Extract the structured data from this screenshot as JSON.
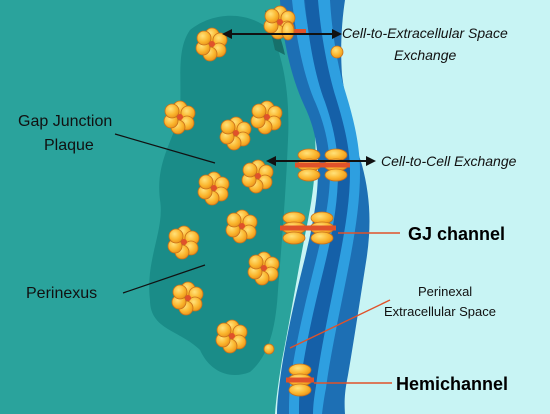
{
  "colors": {
    "cell_teal": "#2aa39c",
    "plaque_dark": "#1a8c88",
    "extracellular": "#c8f4f4",
    "membrane_outer": "#1d6fb4",
    "membrane_inner": "#2e9fe0",
    "gap_space": "#1560a8",
    "connexon_orange": "#f5a623",
    "connexon_yellow": "#ffd24a",
    "channel_red": "#e0522a"
  },
  "labels": {
    "cell_to_extracellular_line1": "Cell-to-Extracellular Space",
    "cell_to_extracellular_line2": "Exchange",
    "gap_junction_line1": "Gap Junction",
    "gap_junction_line2": "Plaque",
    "cell_to_cell": "Cell-to-Cell Exchange",
    "gj_channel": "GJ channel",
    "perinexus": "Perinexus",
    "perinexal_line1": "Perinexal",
    "perinexal_line2": "Extracellular Space",
    "hemichannel": "Hemichannel"
  },
  "icons": {
    "connexon": "connexon-icon",
    "double_arrow": "double-arrow-icon",
    "pointer_line": "pointer-line-icon"
  }
}
